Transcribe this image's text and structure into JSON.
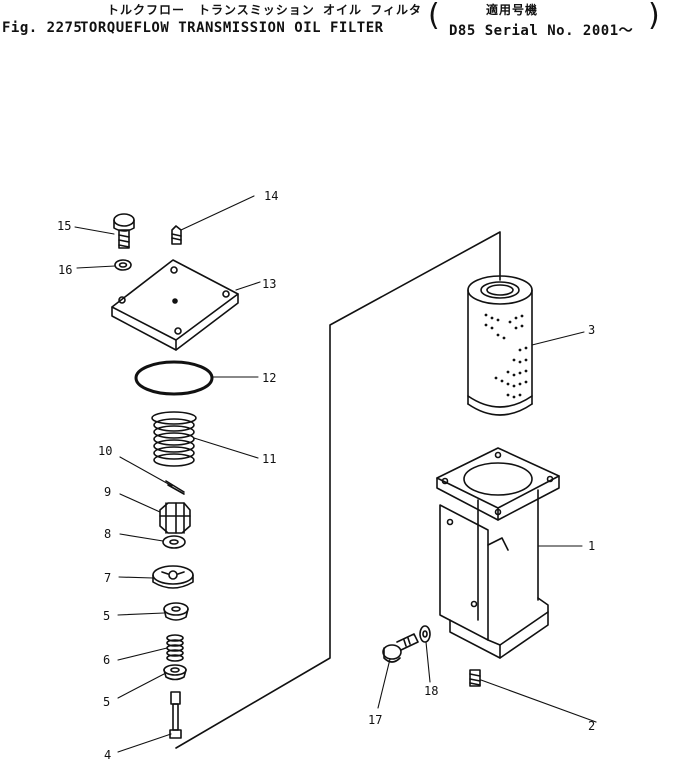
{
  "header": {
    "jp_title": "トルクフロー　トランスミッション オイル フィルタ",
    "jp_applicability": "適用号機",
    "fig_number": "Fig. 2275",
    "title": "TORQUEFLOW TRANSMISSION OIL FILTER",
    "applicability": "D85 Serial No. 2001～"
  },
  "callouts": {
    "p1": "1",
    "p2": "2",
    "p3": "3",
    "p4": "4",
    "p5a": "5",
    "p5b": "5",
    "p6": "6",
    "p7": "7",
    "p8": "8",
    "p9": "9",
    "p10": "10",
    "p11": "11",
    "p12": "12",
    "p13": "13",
    "p14": "14",
    "p15": "15",
    "p16": "16",
    "p17": "17",
    "p18": "18"
  }
}
